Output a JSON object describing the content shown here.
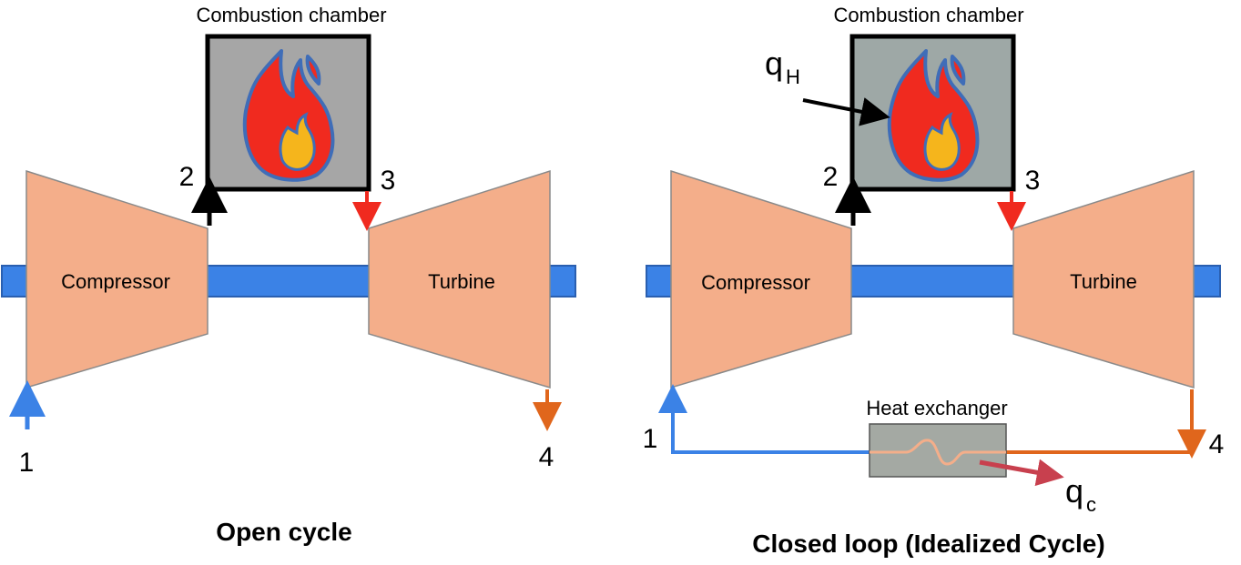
{
  "left_panel": {
    "chamber_label": "Combustion chamber",
    "compressor_label": "Compressor",
    "turbine_label": "Turbine",
    "point_1": "1",
    "point_2": "2",
    "point_3": "3",
    "point_4": "4",
    "caption": "Open cycle"
  },
  "right_panel": {
    "chamber_label": "Combustion chamber",
    "compressor_label": "Compressor",
    "turbine_label": "Turbine",
    "heat_exchanger_label": "Heat exchanger",
    "point_1": "1",
    "point_2": "2",
    "point_3": "3",
    "point_4": "4",
    "heat_in_symbol": "q",
    "heat_in_subscript": "H",
    "heat_out_symbol": "q",
    "heat_out_subscript": "c",
    "caption": "Closed loop (Idealized Cycle)"
  },
  "colors": {
    "shaft": "#3b82e6",
    "machine": "#f4ae8a",
    "chamber_left": "#a6a6a6",
    "chamber_right": "#9ea8a6",
    "flame_outer": "#f02a1f",
    "flame_inner": "#f5b51c",
    "flame_outline": "#3f6db8",
    "inlet_flow": "#3b82e6",
    "hot_flow": "#f02a1f",
    "exhaust_flow": "#e0661c",
    "heat_out_arrow": "#c8404e",
    "heat_exchanger": "#a4a9a3"
  }
}
